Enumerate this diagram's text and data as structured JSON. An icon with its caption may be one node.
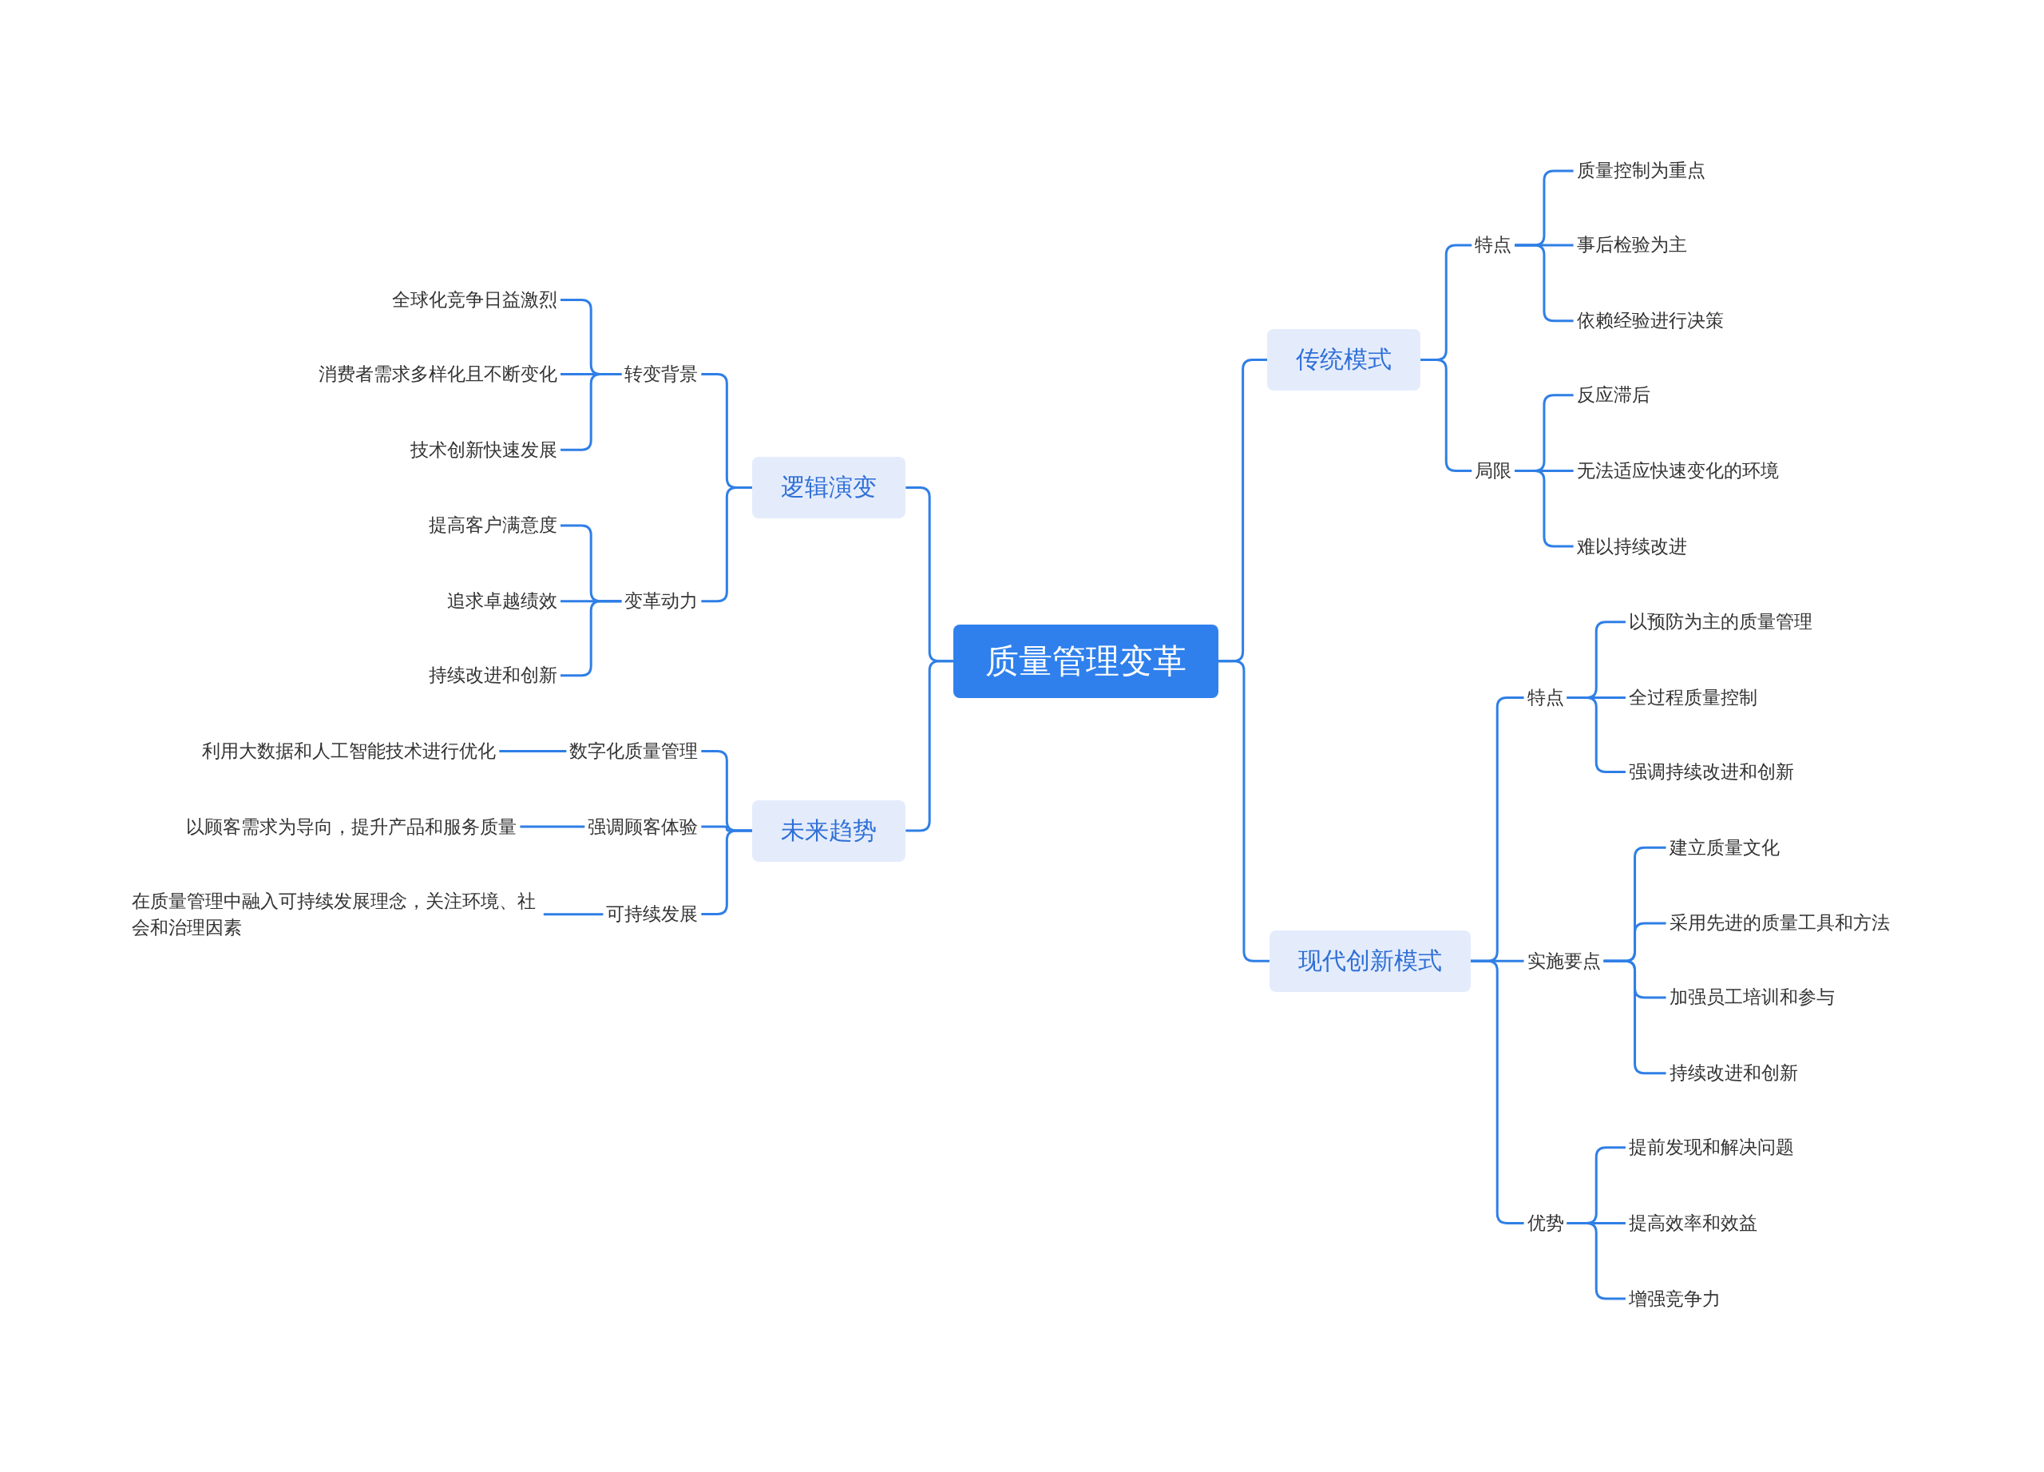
{
  "diagram": {
    "nodes": [
      {
        "text": [
          "质量管理变革"
        ]
      },
      {
        "text": [
          "逻辑演变"
        ]
      },
      {
        "text": [
          "转变背景"
        ]
      },
      {
        "text": [
          "全球化竞争日益激烈"
        ]
      },
      {
        "text": [
          "消费者需求多样化且不断变化"
        ]
      },
      {
        "text": [
          "技术创新快速发展"
        ]
      },
      {
        "text": [
          "变革动力"
        ]
      },
      {
        "text": [
          "提高客户满意度"
        ]
      },
      {
        "text": [
          "追求卓越绩效"
        ]
      },
      {
        "text": [
          "持续改进和创新"
        ]
      },
      {
        "text": [
          "未来趋势"
        ]
      },
      {
        "text": [
          "数字化质量管理"
        ]
      },
      {
        "text": [
          "利用大数据和人工智能技术进行优化"
        ]
      },
      {
        "text": [
          "强调顾客体验"
        ]
      },
      {
        "text": [
          "以顾客需求为导向，提升产品和服务质量"
        ]
      },
      {
        "text": [
          "可持续发展"
        ]
      },
      {
        "text": [
          "在质量管理中融入可持续发展理念，关注环境、社会和治理因素"
        ]
      },
      {
        "text": [
          "传统模式"
        ]
      },
      {
        "text": [
          "特点"
        ]
      },
      {
        "text": [
          "质量控制为重点"
        ]
      },
      {
        "text": [
          "事后检验为主"
        ]
      },
      {
        "text": [
          "依赖经验进行决策"
        ]
      },
      {
        "text": [
          "局限"
        ]
      },
      {
        "text": [
          "反应滞后"
        ]
      },
      {
        "text": [
          "无法适应快速变化的环境"
        ]
      },
      {
        "text": [
          "难以持续改进"
        ]
      },
      {
        "text": [
          "现代创新模式"
        ]
      },
      {
        "text": [
          "特点"
        ]
      },
      {
        "text": [
          "以预防为主的质量管理"
        ]
      },
      {
        "text": [
          "全过程质量控制"
        ]
      },
      {
        "text": [
          "强调持续改进和创新"
        ]
      },
      {
        "text": [
          "实施要点"
        ]
      },
      {
        "text": [
          "建立质量文化"
        ]
      },
      {
        "text": [
          "采用先进的质量工具和方法"
        ]
      },
      {
        "text": [
          "加强员工培训和参与"
        ]
      },
      {
        "text": [
          "持续改进和创新"
        ]
      },
      {
        "text": [
          "优势"
        ]
      },
      {
        "text": [
          "提前发现和解决问题"
        ]
      },
      {
        "text": [
          "提高效率和效益"
        ]
      },
      {
        "text": [
          "增强竞争力"
        ]
      }
    ],
    "edges": [
      {
        "from": 0,
        "to": 1,
        "arrow": "none"
      },
      {
        "from": 1,
        "to": 2,
        "arrow": "none"
      },
      {
        "from": 2,
        "to": 3,
        "arrow": "none"
      },
      {
        "from": 2,
        "to": 4,
        "arrow": "none"
      },
      {
        "from": 2,
        "to": 5,
        "arrow": "none"
      },
      {
        "from": 1,
        "to": 6,
        "arrow": "none"
      },
      {
        "from": 6,
        "to": 7,
        "arrow": "none"
      },
      {
        "from": 6,
        "to": 8,
        "arrow": "none"
      },
      {
        "from": 6,
        "to": 9,
        "arrow": "none"
      },
      {
        "from": 0,
        "to": 10,
        "arrow": "none"
      },
      {
        "from": 10,
        "to": 11,
        "arrow": "none"
      },
      {
        "from": 11,
        "to": 12,
        "arrow": "none"
      },
      {
        "from": 10,
        "to": 13,
        "arrow": "none"
      },
      {
        "from": 13,
        "to": 14,
        "arrow": "none"
      },
      {
        "from": 10,
        "to": 15,
        "arrow": "none"
      },
      {
        "from": 15,
        "to": 16,
        "arrow": "none"
      },
      {
        "from": 0,
        "to": 17,
        "arrow": "none"
      },
      {
        "from": 17,
        "to": 18,
        "arrow": "none"
      },
      {
        "from": 18,
        "to": 19,
        "arrow": "none"
      },
      {
        "from": 18,
        "to": 20,
        "arrow": "none"
      },
      {
        "from": 18,
        "to": 21,
        "arrow": "none"
      },
      {
        "from": 17,
        "to": 22,
        "arrow": "none"
      },
      {
        "from": 22,
        "to": 23,
        "arrow": "none"
      },
      {
        "from": 22,
        "to": 24,
        "arrow": "none"
      },
      {
        "from": 22,
        "to": 25,
        "arrow": "none"
      },
      {
        "from": 0,
        "to": 26,
        "arrow": "none"
      },
      {
        "from": 26,
        "to": 27,
        "arrow": "none"
      },
      {
        "from": 27,
        "to": 28,
        "arrow": "none"
      },
      {
        "from": 27,
        "to": 29,
        "arrow": "none"
      },
      {
        "from": 27,
        "to": 30,
        "arrow": "none"
      },
      {
        "from": 26,
        "to": 31,
        "arrow": "none"
      },
      {
        "from": 31,
        "to": 32,
        "arrow": "none"
      },
      {
        "from": 31,
        "to": 33,
        "arrow": "none"
      },
      {
        "from": 31,
        "to": 34,
        "arrow": "none"
      },
      {
        "from": 31,
        "to": 35,
        "arrow": "none"
      },
      {
        "from": 26,
        "to": 36,
        "arrow": "none"
      },
      {
        "from": 36,
        "to": 37,
        "arrow": "none"
      },
      {
        "from": 36,
        "to": 38,
        "arrow": "none"
      },
      {
        "from": 36,
        "to": 39,
        "arrow": "none"
      }
    ]
  }
}
